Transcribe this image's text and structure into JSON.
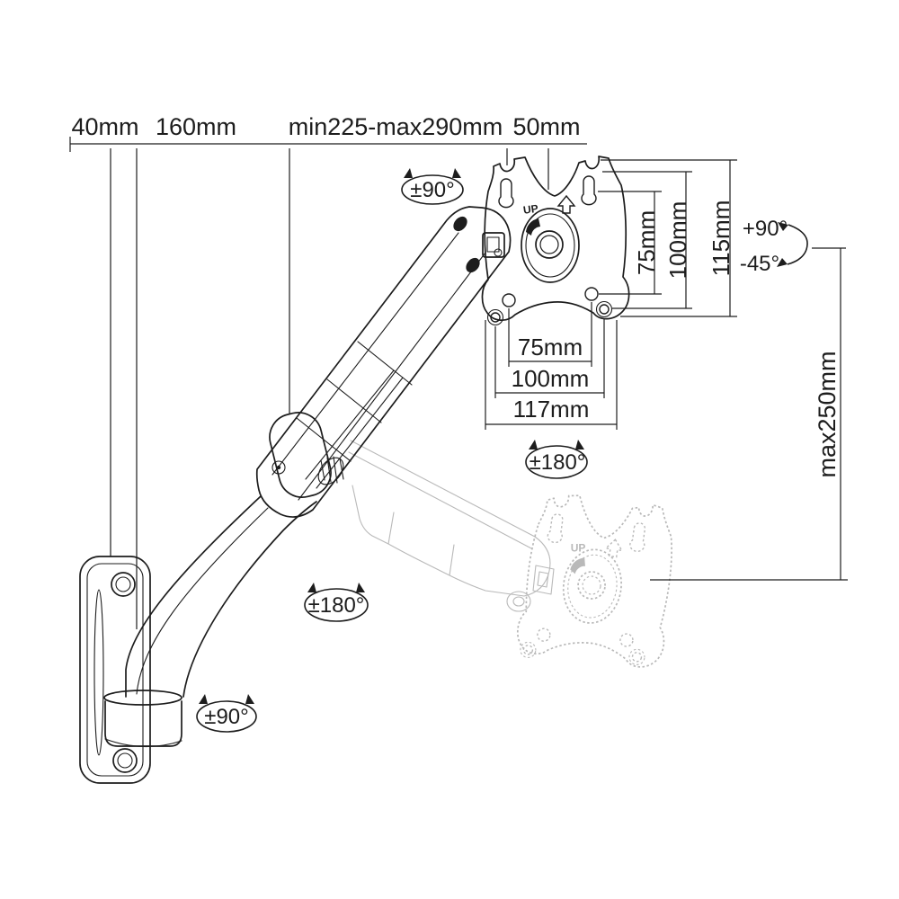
{
  "colors": {
    "ink": "#1d1d1d",
    "ghost": "#b9b9b9",
    "background": "#ffffff"
  },
  "top_dimensions": {
    "wall_offset": "40mm",
    "base_depth": "160mm",
    "arm_reach": "min225-max290mm",
    "plate_depth": "50mm"
  },
  "vesa_vertical": {
    "v75": "75mm",
    "v100": "100mm",
    "v115": "115mm"
  },
  "vesa_horizontal": {
    "h75": "75mm",
    "h100": "100mm",
    "h117": "117mm"
  },
  "height_range": {
    "max_drop": "max250mm"
  },
  "rotations": {
    "top_swivel": "±90°",
    "tilt_up": "+90°",
    "tilt_down": "-45°",
    "plate_rotate": "±180°",
    "arm_swivel": "±180°",
    "base_swivel": "±90°"
  },
  "plate": {
    "up_label": "UP"
  }
}
